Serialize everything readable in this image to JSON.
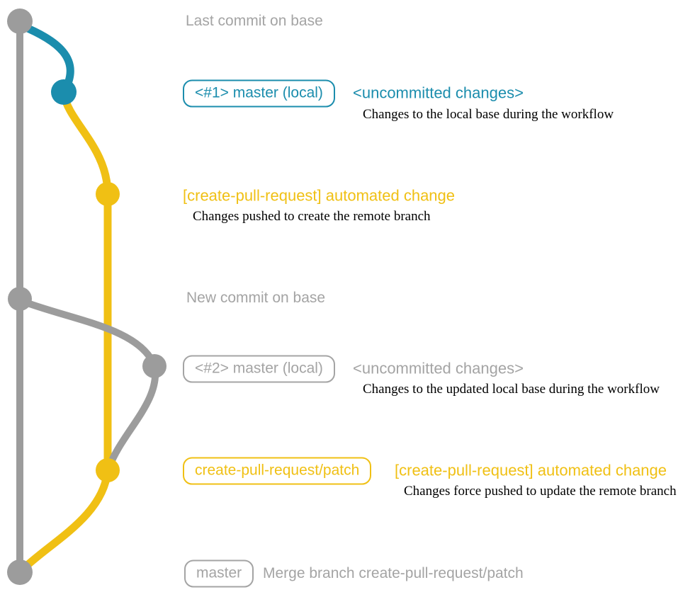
{
  "colors": {
    "graph_gray": "#9c9c9c",
    "text_gray": "#a4a4a4",
    "teal": "#1b8dad",
    "yellow": "#f0c014",
    "description_black": "#000000",
    "background": "#ffffff"
  },
  "branches": [
    {
      "name": "base branch (master)",
      "color": "#9c9c9c"
    },
    {
      "name": "uncommitted local changes",
      "color": "#1b8dad"
    },
    {
      "name": "create-pull-request/patch",
      "color": "#f0c014"
    }
  ],
  "rows": {
    "last_commit": {
      "label": "Last commit on base"
    },
    "uncommitted_1": {
      "badge": "<#1> master (local)",
      "title": "<uncommitted changes>",
      "description": "Changes to the local base during the workflow"
    },
    "automated_1": {
      "title": "[create-pull-request] automated change",
      "description": "Changes pushed to create the remote branch"
    },
    "new_commit": {
      "label": "New commit on base"
    },
    "uncommitted_2": {
      "badge": "<#2> master (local)",
      "title": "<uncommitted changes>",
      "description": "Changes to the updated local base during the workflow"
    },
    "automated_2": {
      "badge": "create-pull-request/patch",
      "title": "[create-pull-request] automated change",
      "description": "Changes force pushed to update the remote branch"
    },
    "merge": {
      "badge": "master",
      "label": "Merge branch create-pull-request/patch"
    }
  }
}
